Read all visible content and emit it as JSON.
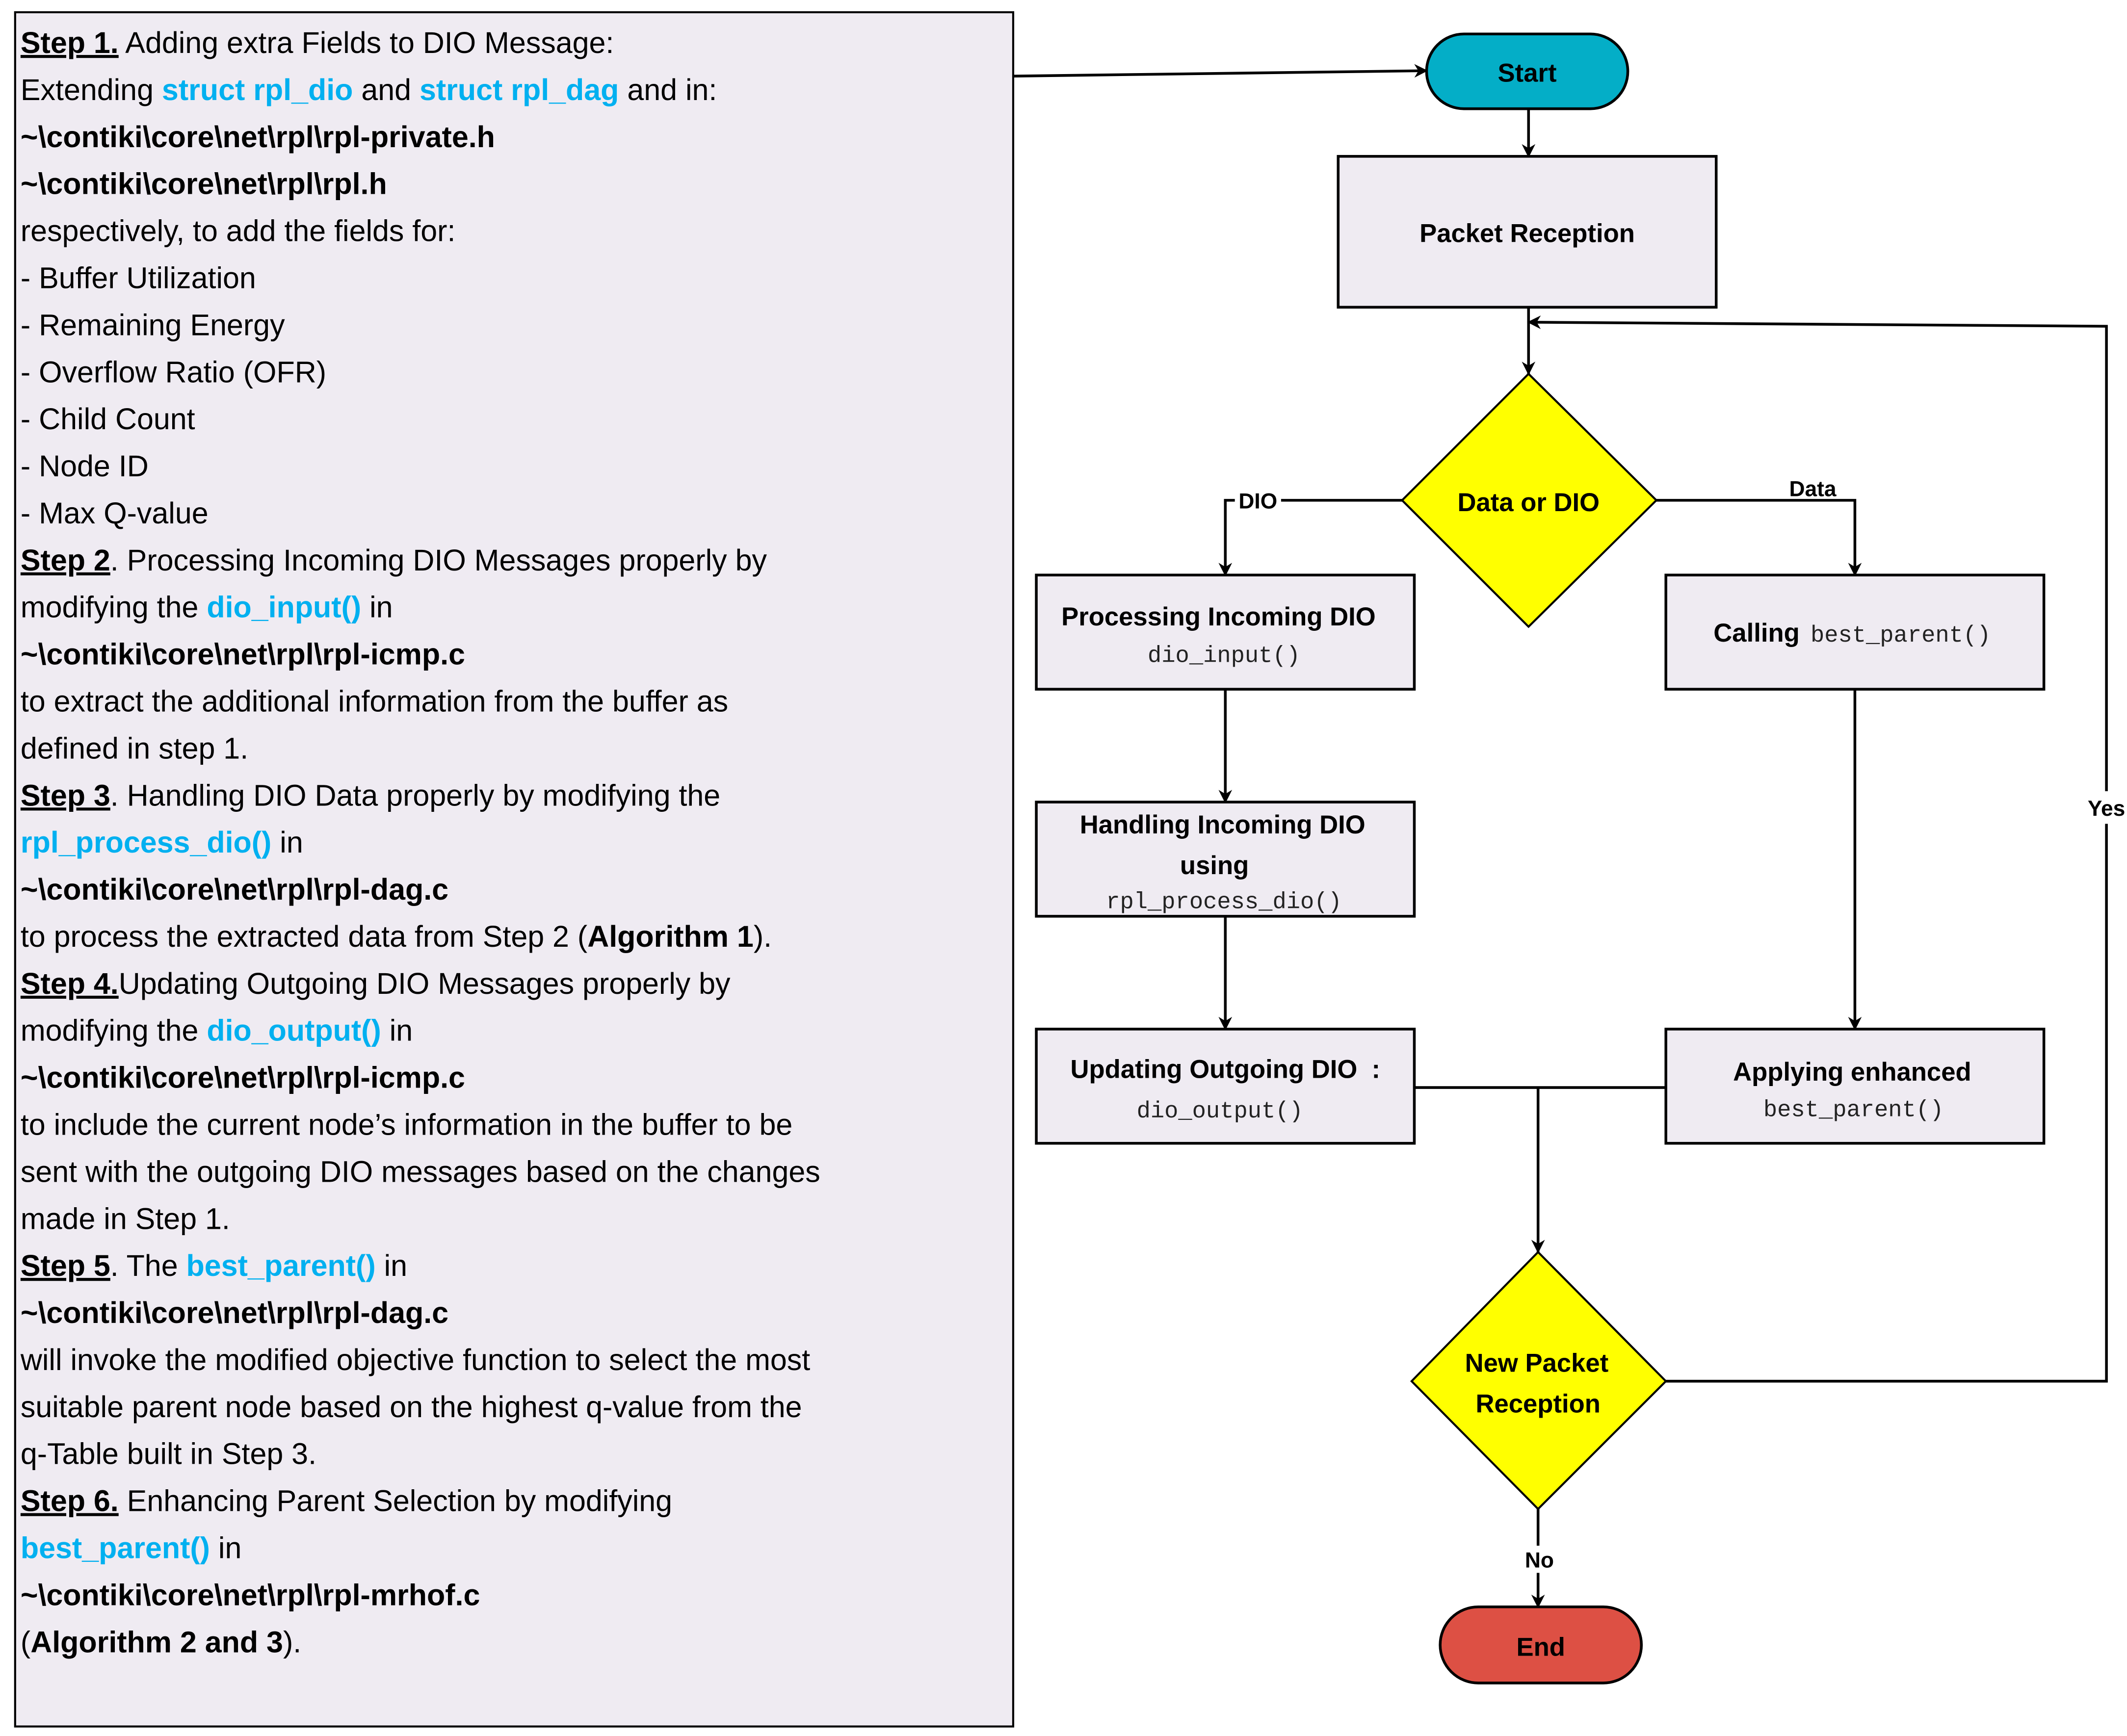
{
  "colors": {
    "panel_bg": "#efebf2",
    "highlight_text": "#00b0f0",
    "start_fill": "#04aec7",
    "end_fill": "#dd5044",
    "decision_fill": "#ffff00",
    "process_fill": "#efebf2"
  },
  "steps_panel": {
    "lines": [
      [
        {
          "t": "Step 1.",
          "s": "u"
        },
        {
          "t": " Adding extra Fields to DIO Message:",
          "s": ""
        }
      ],
      [
        {
          "t": "Extending ",
          "s": ""
        },
        {
          "t": "struct rpl_dio",
          "s": "blue"
        },
        {
          "t": " and ",
          "s": ""
        },
        {
          "t": "struct rpl_dag",
          "s": "blue"
        },
        {
          "t": " and in:",
          "s": ""
        }
      ],
      [
        {
          "t": "~\\contiki\\core\\net\\rpl\\rpl-private.h",
          "s": "b"
        }
      ],
      [
        {
          "t": "~\\contiki\\core\\net\\rpl\\rpl.h",
          "s": "b"
        }
      ],
      [
        {
          "t": "respectively, to add the fields for:",
          "s": ""
        }
      ],
      [
        {
          "t": "- Buffer Utilization",
          "s": ""
        }
      ],
      [
        {
          "t": "- Remaining Energy",
          "s": ""
        }
      ],
      [
        {
          "t": "- Overflow Ratio (OFR)",
          "s": ""
        }
      ],
      [
        {
          "t": "- Child Count",
          "s": ""
        }
      ],
      [
        {
          "t": "- Node ID",
          "s": ""
        }
      ],
      [
        {
          "t": "- Max Q-value",
          "s": ""
        }
      ],
      [
        {
          "t": "Step 2",
          "s": "u"
        },
        {
          "t": ". Processing Incoming DIO Messages properly by",
          "s": ""
        }
      ],
      [
        {
          "t": "modifying the ",
          "s": ""
        },
        {
          "t": "dio_input()",
          "s": "blue"
        },
        {
          "t": " in",
          "s": ""
        }
      ],
      [
        {
          "t": "~\\contiki\\core\\net\\rpl\\rpl-icmp.c",
          "s": "b"
        }
      ],
      [
        {
          "t": "to extract the additional information from the buffer as",
          "s": ""
        }
      ],
      [
        {
          "t": "defined in step 1.",
          "s": ""
        }
      ],
      [
        {
          "t": "Step 3",
          "s": "u"
        },
        {
          "t": ". Handling DIO Data properly by modifying the",
          "s": ""
        }
      ],
      [
        {
          "t": "rpl_process_dio()",
          "s": "blue"
        },
        {
          "t": " in",
          "s": ""
        }
      ],
      [
        {
          "t": "~\\contiki\\core\\net\\rpl\\rpl-dag.c",
          "s": "b"
        }
      ],
      [
        {
          "t": "to process the extracted data from Step 2 (",
          "s": ""
        },
        {
          "t": "Algorithm 1",
          "s": "b"
        },
        {
          "t": ").",
          "s": ""
        }
      ],
      [
        {
          "t": "Step 4.",
          "s": "u"
        },
        {
          "t": "Updating Outgoing DIO Messages properly by",
          "s": ""
        }
      ],
      [
        {
          "t": "modifying the ",
          "s": ""
        },
        {
          "t": "dio_output()",
          "s": "blue"
        },
        {
          "t": " in",
          "s": ""
        }
      ],
      [
        {
          "t": "~\\contiki\\core\\net\\rpl\\rpl-icmp.c",
          "s": "b"
        }
      ],
      [
        {
          "t": "to include the current node’s information in the buffer to be",
          "s": ""
        }
      ],
      [
        {
          "t": "sent with the outgoing DIO messages based on the changes",
          "s": ""
        }
      ],
      [
        {
          "t": "made in Step 1.",
          "s": ""
        }
      ],
      [
        {
          "t": "Step 5",
          "s": "u"
        },
        {
          "t": ". The ",
          "s": ""
        },
        {
          "t": "best_parent()",
          "s": "blue"
        },
        {
          "t": " in",
          "s": ""
        }
      ],
      [
        {
          "t": "~\\contiki\\core\\net\\rpl\\rpl-dag.c",
          "s": "b"
        }
      ],
      [
        {
          "t": "will invoke the modified objective function to select the most",
          "s": ""
        }
      ],
      [
        {
          "t": "suitable parent node based on the highest q-value from the",
          "s": ""
        }
      ],
      [
        {
          "t": "q-Table built in Step 3.",
          "s": ""
        }
      ],
      [
        {
          "t": "Step 6.",
          "s": "u"
        },
        {
          "t": " Enhancing Parent Selection by modifying",
          "s": ""
        }
      ],
      [
        {
          "t": "best_parent()",
          "s": "blue"
        },
        {
          "t": " in",
          "s": ""
        }
      ],
      [
        {
          "t": "~\\contiki\\core\\net\\rpl\\rpl-mrhof.c",
          "s": "b"
        }
      ],
      [
        {
          "t": "(",
          "s": ""
        },
        {
          "t": "Algorithm 2 and 3",
          "s": "b"
        },
        {
          "t": ").",
          "s": ""
        }
      ]
    ]
  },
  "flowchart": {
    "start": "Start",
    "packet_reception": "Packet Reception",
    "decision1": "Data or DIO",
    "label_dio": "DIO",
    "label_data": "Data",
    "processing_title": "Processing Incoming DIO",
    "processing_code": "dio_input()",
    "calling_title": "Calling",
    "calling_code": "best_parent()",
    "handling_line1": "Handling Incoming DIO",
    "handling_line2": "using",
    "handling_code": "rpl_process_dio()",
    "updating_title": "Updating Outgoing DIO  :",
    "updating_code": "dio_output()",
    "applying_title": "Applying enhanced",
    "applying_code": "best_parent()",
    "decision2_line1": "New Packet",
    "decision2_line2": "Reception",
    "label_yes": "Yes",
    "label_no": "No",
    "end": "End"
  }
}
